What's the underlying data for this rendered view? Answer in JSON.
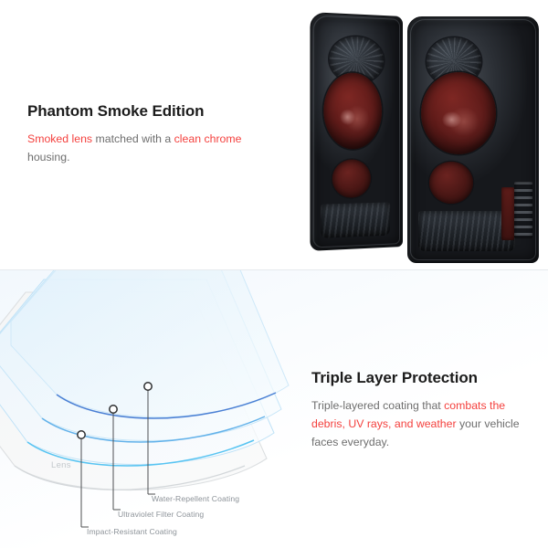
{
  "top_panel": {
    "headline": "Phantom Smoke Edition",
    "body": {
      "highlight_1": "Smoked lens",
      "text_1": " matched with a ",
      "highlight_2": "clean chrome",
      "text_2": " housing."
    },
    "product_image": {
      "alt": "pair-of-smoked-tail-lights",
      "parts": [
        "turn-signal-disc",
        "brake-lens",
        "round-reflector",
        "reverse-lens",
        "side-marker-strip"
      ]
    }
  },
  "bottom_panel": {
    "headline": "Triple Layer Protection",
    "body": {
      "text_1": "Triple-layered coating that ",
      "highlight_1": "combats the debris, UV rays, and weather",
      "text_2": " your vehicle faces everyday."
    },
    "diagram": {
      "base_label": "Lens",
      "callouts": [
        {
          "label": "Water-Repellent Coating"
        },
        {
          "label": "Ultraviolet Filter Coating"
        },
        {
          "label": "Impact-Resistant Coating"
        }
      ]
    }
  },
  "colors": {
    "accent_red": "#f4413e",
    "heading": "#1c1c1c",
    "body_text": "#6e6e6e",
    "callout_text": "#8d9399",
    "lens_label": "#c3c8cc",
    "layer_top": "#4a7fd4",
    "layer_mid": "#63b2ea",
    "layer_bottom": "#57c4f2",
    "divider": "#e6eaee"
  }
}
